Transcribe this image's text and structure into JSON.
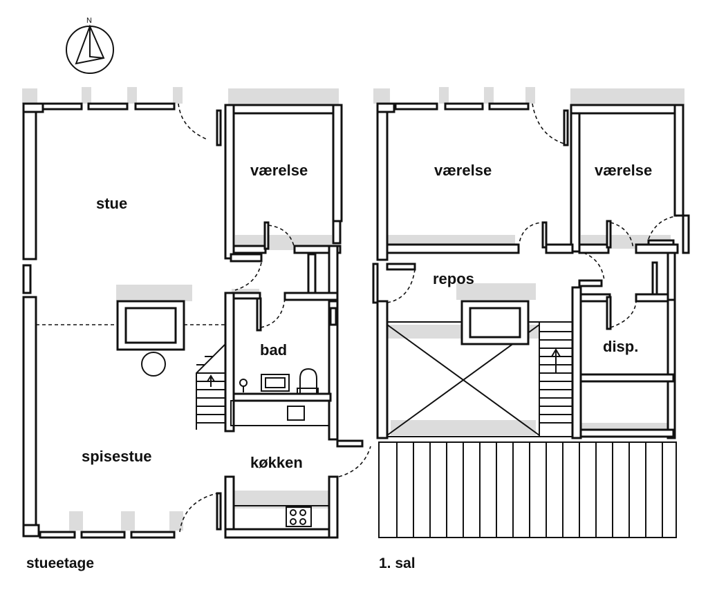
{
  "compass": {
    "label": "N"
  },
  "ground_floor": {
    "title": "stueetage",
    "rooms": {
      "living": "stue",
      "room": "værelse",
      "bath": "bad",
      "dining": "spisestue",
      "kitchen": "køkken"
    }
  },
  "first_floor": {
    "title": "1. sal",
    "rooms": {
      "room_left": "værelse",
      "room_right": "værelse",
      "landing": "repos",
      "pantry": "disp."
    }
  }
}
